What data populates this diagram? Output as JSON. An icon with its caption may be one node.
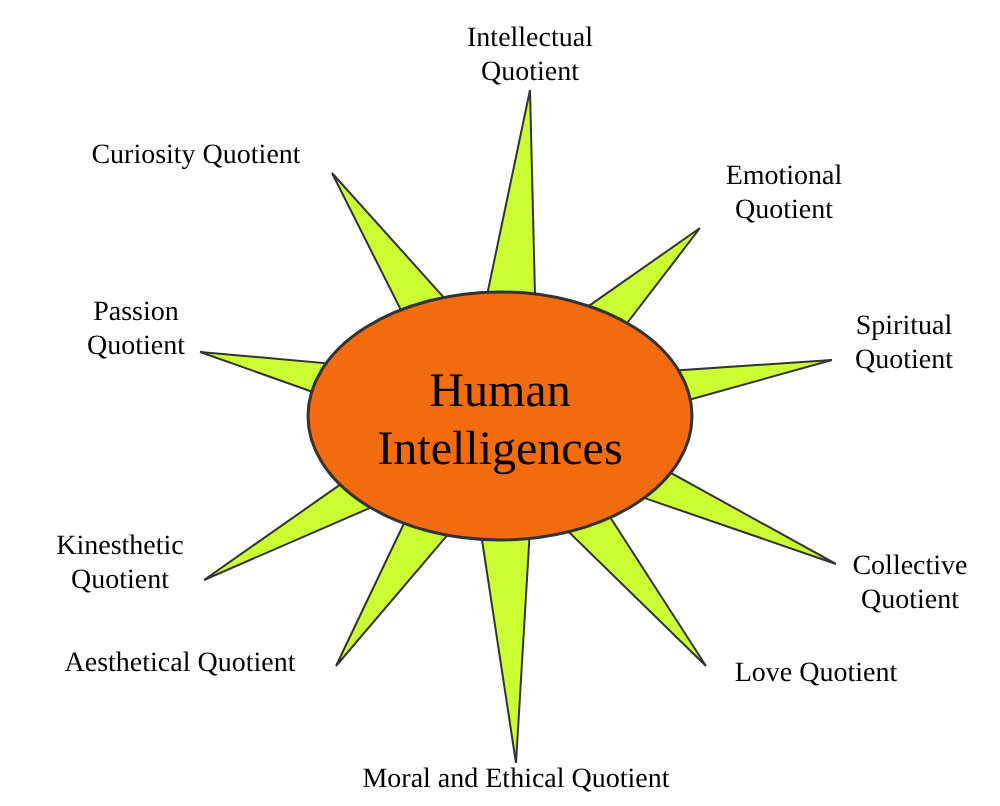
{
  "diagram": {
    "nodes": [
      {
        "text": [
          "Human Intelligences"
        ]
      },
      {
        "text": [
          "Intellectual Quotient"
        ]
      },
      {
        "text": [
          "Emotional Quotient"
        ]
      },
      {
        "text": [
          "Spiritual Quotient"
        ]
      },
      {
        "text": [
          "Collective Quotient"
        ]
      },
      {
        "text": [
          "Love Quotient"
        ]
      },
      {
        "text": [
          "Moral and Ethical Quotient"
        ]
      },
      {
        "text": [
          "Aesthetical Quotient"
        ]
      },
      {
        "text": [
          "Kinesthetic Quotient"
        ]
      },
      {
        "text": [
          "Passion Quotient"
        ]
      },
      {
        "text": [
          "Curiosity Quotient"
        ]
      }
    ],
    "edges": [
      {
        "from": 0,
        "to": 1,
        "arrow": "none"
      },
      {
        "from": 0,
        "to": 2,
        "arrow": "none"
      },
      {
        "from": 0,
        "to": 3,
        "arrow": "none"
      },
      {
        "from": 0,
        "to": 4,
        "arrow": "none"
      },
      {
        "from": 0,
        "to": 5,
        "arrow": "none"
      },
      {
        "from": 0,
        "to": 6,
        "arrow": "none"
      },
      {
        "from": 0,
        "to": 7,
        "arrow": "none"
      },
      {
        "from": 0,
        "to": 8,
        "arrow": "none"
      },
      {
        "from": 0,
        "to": 9,
        "arrow": "none"
      },
      {
        "from": 0,
        "to": 10,
        "arrow": "none"
      }
    ]
  }
}
